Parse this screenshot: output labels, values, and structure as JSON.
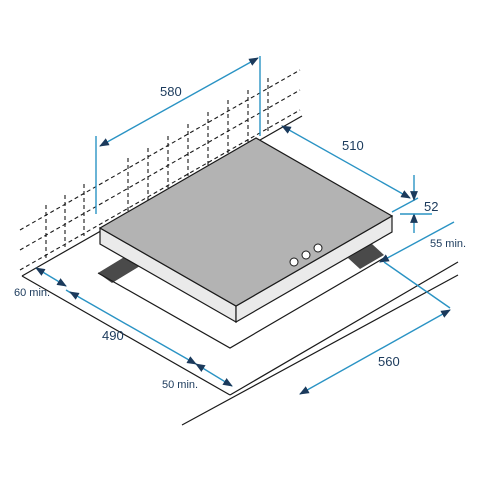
{
  "dimensions": {
    "width_overall": "580",
    "depth_overall": "510",
    "height": "52",
    "rear_clearance": "55 min.",
    "side_clearance_left": "60 min.",
    "cutout_depth": "490",
    "front_clearance": "50 min.",
    "cutout_width": "560"
  },
  "colors": {
    "dimension_line": "#2a93c4",
    "dimension_text": "#1b3a5c",
    "hob_top": "#b3b3b3",
    "hob_edge": "#eaeaea",
    "worktop": "#ffffff",
    "cutout_gap": "#4a4a4a"
  },
  "icons": {
    "knob": "control-knob-icon"
  }
}
